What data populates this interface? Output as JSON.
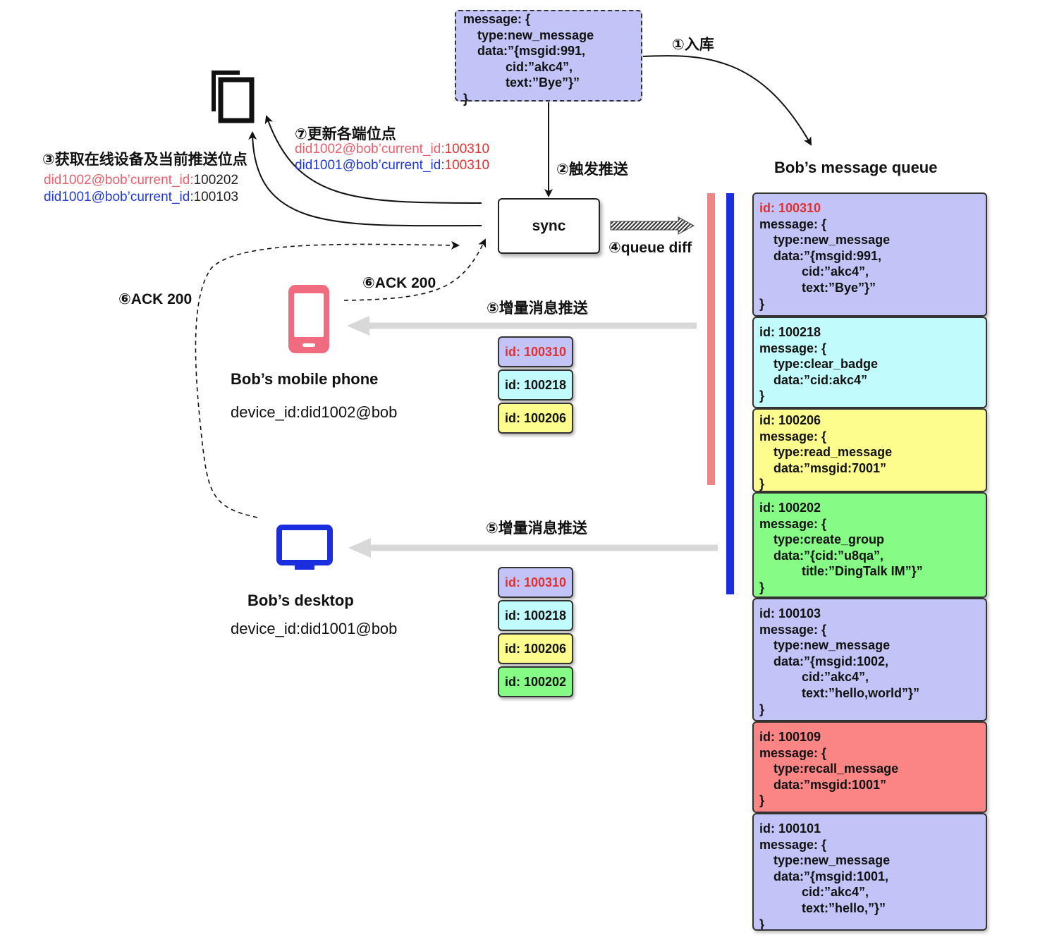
{
  "top_message": {
    "lines": [
      "message: {",
      "    type:new_message",
      "    data:”{msgid:991,",
      "            cid:”akc4”,",
      "            text:”Bye”}”",
      "}"
    ]
  },
  "steps": {
    "s1": "①入库",
    "s2": "②触发推送",
    "s3": "③获取在线设备及当前推送位点",
    "s4": "④queue diff",
    "s5a": "⑤增量消息推送",
    "s5b": "⑤增量消息推送",
    "s6a": "⑥ACK 200",
    "s6b": "⑥ACK 200",
    "s7": "⑦更新各端位点"
  },
  "sync_label": "sync",
  "update_positions": [
    {
      "key": "did1002@bob’current_id:",
      "value": "100310",
      "color": "pink"
    },
    {
      "key": "did1001@bob’current_id:",
      "value": "100310",
      "color": "blue"
    }
  ],
  "current_positions": [
    {
      "key": "did1002@bob’current_id:",
      "value": "100202",
      "color": "pink"
    },
    {
      "key": "did1001@bob’current_id:",
      "value": "100103",
      "color": "blue"
    }
  ],
  "mobile": {
    "title": "Bob’s mobile phone",
    "device_id": "device_id:did1002@bob"
  },
  "desktop": {
    "title": "Bob’s desktop",
    "device_id": "device_id:did1001@bob"
  },
  "mobile_push": [
    "id: 100310",
    "id: 100218",
    "id: 100206"
  ],
  "desktop_push": [
    "id: 100310",
    "id: 100218",
    "id: 100206",
    "id: 100202"
  ],
  "queue": {
    "title": "Bob’s message queue",
    "cards": [
      {
        "id": "id: 100310",
        "color": "#c2c3f7",
        "id_color": "red",
        "lines": [
          "message: {",
          "    type:new_message",
          "    data:”{msgid:991,",
          "            cid:”akc4”,",
          "            text:”Bye”}”",
          "}"
        ]
      },
      {
        "id": "id: 100218",
        "color": "#c2fbfb",
        "id_color": "dark",
        "lines": [
          "message: {",
          "    type:clear_badge",
          "    data:”cid:akc4”",
          "}"
        ]
      },
      {
        "id": "id: 100206",
        "color": "#fdfd8e",
        "id_color": "dark",
        "lines": [
          "message: {",
          "    type:read_message",
          "    data:”msgid:7001”",
          "}"
        ]
      },
      {
        "id": "id: 100202",
        "color": "#86fb86",
        "id_color": "dark",
        "lines": [
          "message: {",
          "    type:create_group",
          "    data:”{cid:”u8qa”,",
          "            title:”DingTalk IM”}”",
          "}"
        ]
      },
      {
        "id": "id: 100103",
        "color": "#c2c3f7",
        "id_color": "dark",
        "lines": [
          "message: {",
          "    type:new_message",
          "    data:”{msgid:1002,",
          "            cid:”akc4”,",
          "            text:”hello,world”}”",
          "}"
        ]
      },
      {
        "id": "id: 100109",
        "color": "#fb8585",
        "id_color": "dark",
        "lines": [
          "message: {",
          "    type:recall_message",
          "    data:”msgid:1001”",
          "}"
        ]
      },
      {
        "id": "id: 100101",
        "color": "#c2c3f7",
        "id_color": "dark",
        "lines": [
          "message: {",
          "    type:new_message",
          "    data:”{msgid:1001,",
          "            cid:”akc4”,",
          "            text:”hello,”}”",
          "}"
        ]
      }
    ]
  },
  "colors": {
    "purple": "#c2c3f7",
    "cyan": "#c2fbfb",
    "yellow": "#fdfd8e",
    "green": "#86fb86",
    "red": "#fb8585",
    "pink": "#e8606e",
    "blue": "#2138d8",
    "mobile_bar": "#f28383",
    "desktop_bar": "#1a2ee0"
  },
  "icons": [
    "copy-icon",
    "phone-icon",
    "monitor-icon"
  ]
}
